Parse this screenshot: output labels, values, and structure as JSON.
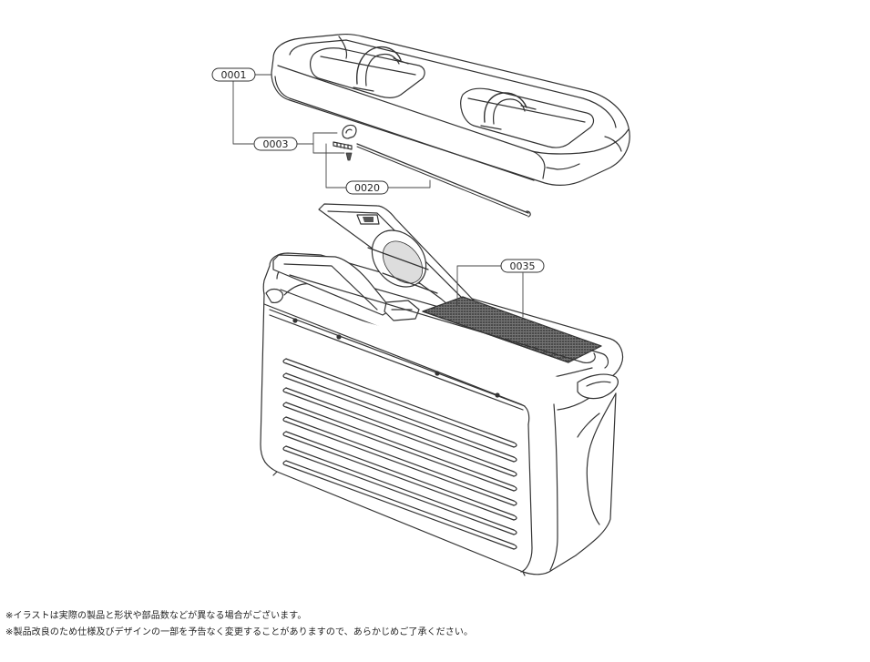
{
  "parts": {
    "lid": "0001",
    "hinge_set": "0003",
    "hinge_shaft": "0020",
    "filter": "0035"
  },
  "notes": [
    "※イラストは実際の製品と形状や部品数などが異なる場合がございます。",
    "※製品改良のため仕様及びデザインの一部を予告なく変更することがありますので、あらかじめご了承ください。"
  ]
}
